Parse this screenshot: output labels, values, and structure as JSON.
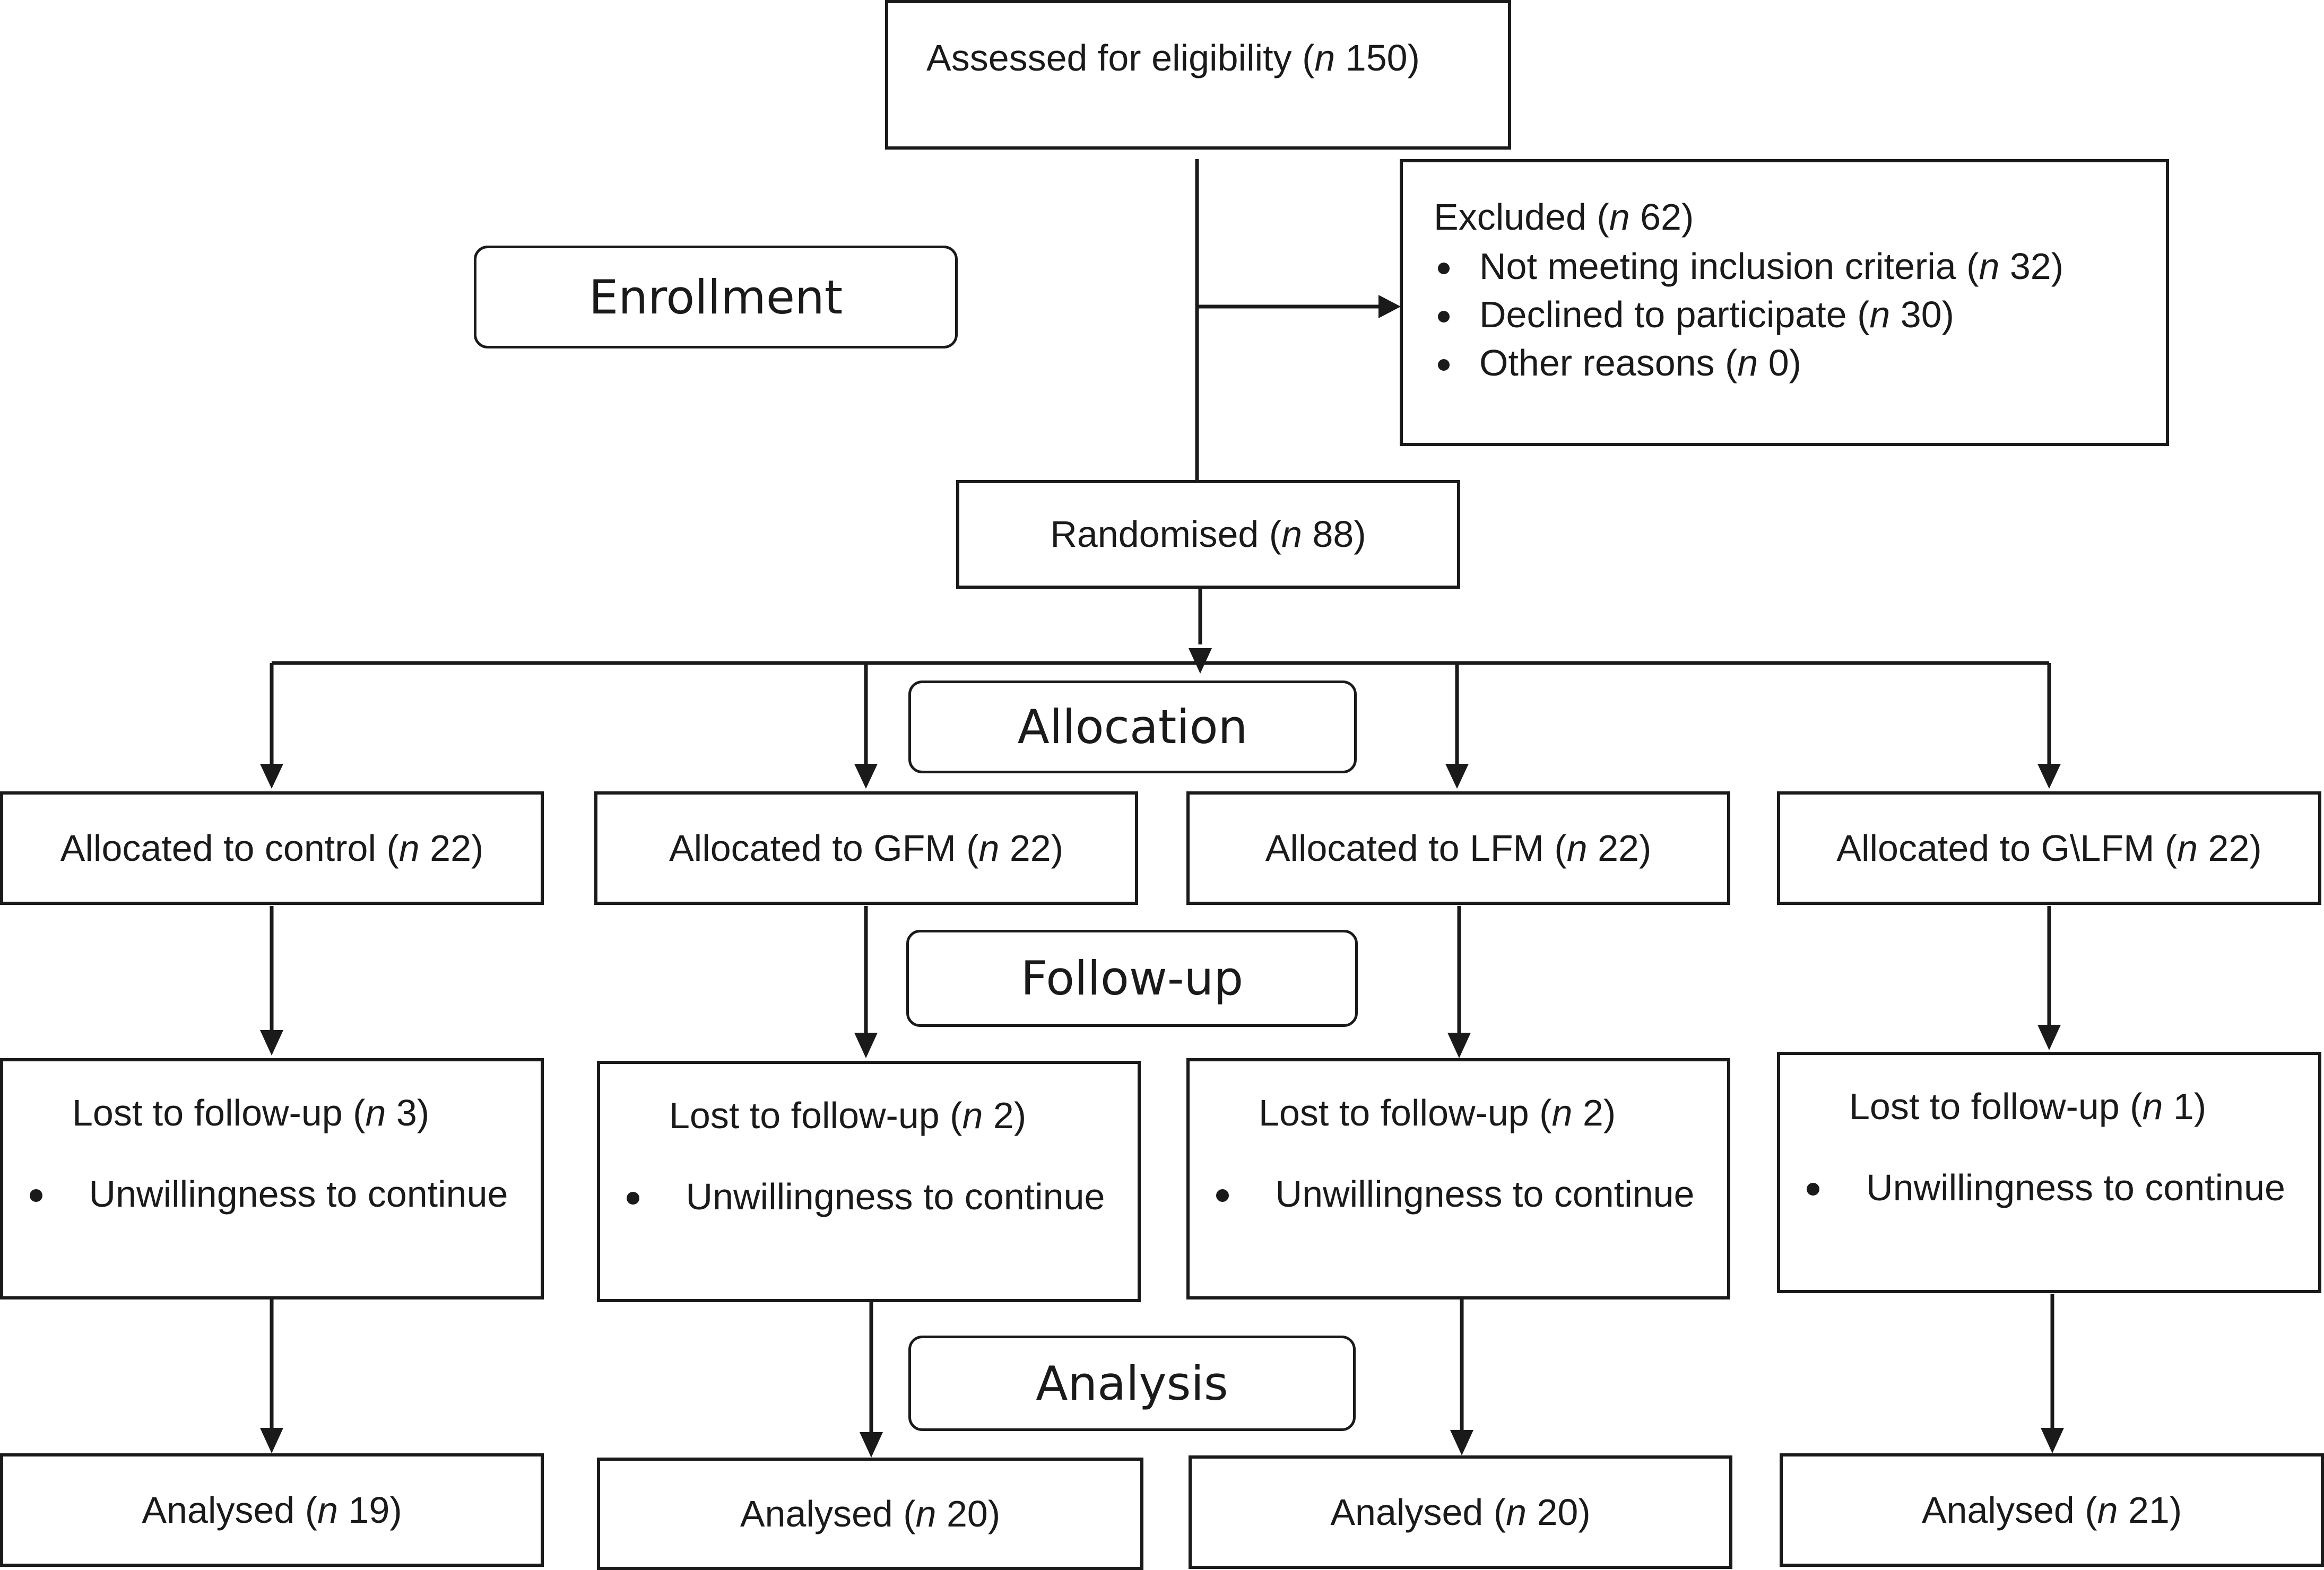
{
  "stages": {
    "enrollment": "Enrollment",
    "allocation": "Allocation",
    "follow_up": "Follow-up",
    "analysis": "Analysis"
  },
  "assessed": {
    "label": "Assessed for eligibility (",
    "n_symbol": "n",
    "n": "150",
    "close": ")"
  },
  "excluded": {
    "label": "Excluded (",
    "n_symbol": "n",
    "n": "62",
    "close": ")",
    "reasons": [
      {
        "label": "Not meeting inclusion criteria (",
        "n_symbol": "n",
        "n": "32",
        "close": ")"
      },
      {
        "label": "Declined to participate (",
        "n_symbol": "n",
        "n": "30",
        "close": ")"
      },
      {
        "label": "Other reasons (",
        "n_symbol": "n",
        "n": "0",
        "close": ")"
      }
    ]
  },
  "randomised": {
    "label": "Randomised (",
    "n_symbol": "n",
    "n": "88",
    "close": ")"
  },
  "groups": [
    {
      "allocated": {
        "label": "Allocated to control (",
        "n_symbol": "n",
        "n": "22",
        "close": ")"
      },
      "lost": {
        "label": "Lost to follow-up (",
        "n_symbol": "n",
        "n": "3",
        "close": ")",
        "reason": "Unwillingness to continue"
      },
      "analysed": {
        "label": "Analysed (",
        "n_symbol": "n",
        "n": "19",
        "close": ")"
      }
    },
    {
      "allocated": {
        "label": "Allocated to GFM (",
        "n_symbol": "n",
        "n": "22",
        "close": ")"
      },
      "lost": {
        "label": "Lost to follow-up (",
        "n_symbol": "n",
        "n": "2",
        "close": ")",
        "reason": "Unwillingness to continue"
      },
      "analysed": {
        "label": "Analysed (",
        "n_symbol": "n",
        "n": "20",
        "close": ")"
      }
    },
    {
      "allocated": {
        "label": "Allocated to LFM (",
        "n_symbol": "n",
        "n": "22",
        "close": ")"
      },
      "lost": {
        "label": "Lost to follow-up (",
        "n_symbol": "n",
        "n": "2",
        "close": ")",
        "reason": "Unwillingness to continue"
      },
      "analysed": {
        "label": "Analysed (",
        "n_symbol": "n",
        "n": "20",
        "close": ")"
      }
    },
    {
      "allocated": {
        "label": "Allocated to G\\LFM (",
        "n_symbol": "n",
        "n": "22",
        "close": ")"
      },
      "lost": {
        "label": "Lost to follow-up (",
        "n_symbol": "n",
        "n": "1",
        "close": ")",
        "reason": "Unwillingness to continue"
      },
      "analysed": {
        "label": "Analysed (",
        "n_symbol": "n",
        "n": "21",
        "close": ")"
      }
    }
  ]
}
